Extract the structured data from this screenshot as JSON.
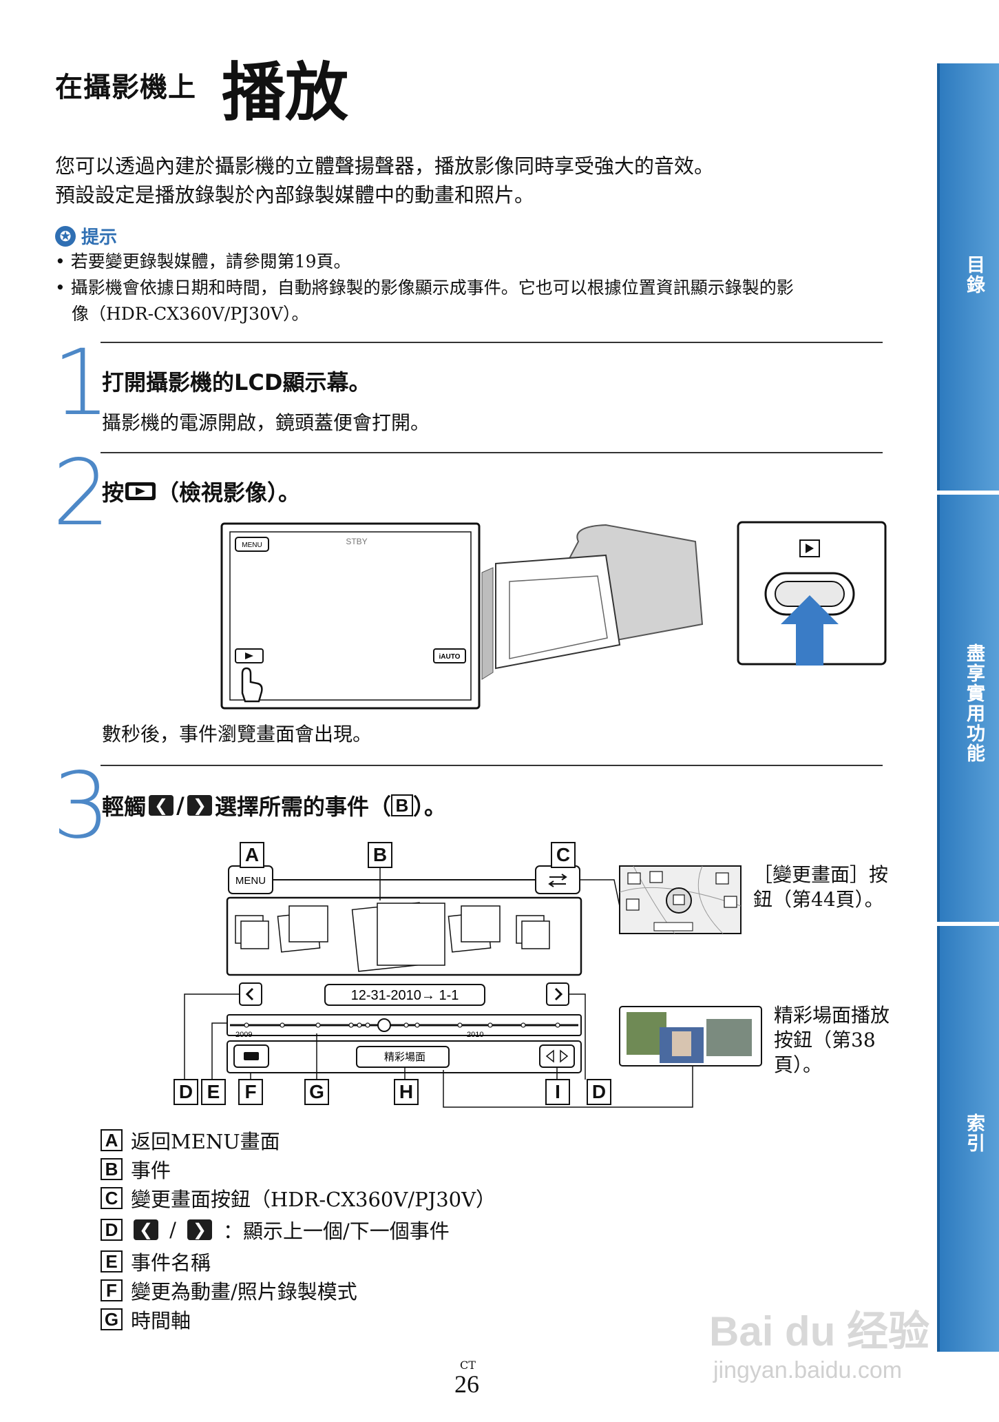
{
  "title": {
    "small": "在攝影機上",
    "big": "播放"
  },
  "intro": [
    "您可以透過內建於攝影機的立體聲揚聲器，播放影像同時享受強大的音效。",
    "預設設定是播放錄製於內部錄製媒體中的動畫和照片。"
  ],
  "tip": {
    "heading": "提示",
    "items": [
      "若要變更錄製媒體，請參閱第19頁。",
      "攝影機會依據日期和時間，自動將錄製的影像顯示成事件。它也可以根據位置資訊顯示錄製的影",
      "像（HDR-CX360V/PJ30V）。"
    ]
  },
  "steps": [
    {
      "num": "1",
      "title": "打開攝影機的LCD顯示幕。",
      "desc": "攝影機的電源開啟，鏡頭蓋便會打開。"
    },
    {
      "num": "2",
      "title_pre": "按",
      "title_post": "（檢視影像）。",
      "desc": "數秒後，事件瀏覽畫面會出現。"
    },
    {
      "num": "3",
      "title_pre": "輕觸",
      "title_sep": "/",
      "title_post": "選擇所需的事件（",
      "title_box": "B",
      "title_end": "）。"
    }
  ],
  "lcd": {
    "menu": "MENU",
    "stby": "STBY",
    "iauto": "iAUTO"
  },
  "screen": {
    "menu": "MENU",
    "event_name": "12-31-2010→ 1-1",
    "year_left": "2009",
    "year_right": "2010",
    "highlight": "精彩場面",
    "labels": [
      "A",
      "B",
      "C",
      "D",
      "E",
      "F",
      "G",
      "H",
      "I",
      "D"
    ]
  },
  "side_notes": {
    "change_view": "［變更畫面］按鈕（第44頁）。",
    "highlight": "精彩場面播放按鈕（第38頁）。"
  },
  "legend": [
    {
      "key": "A",
      "text": "返回MENU畫面"
    },
    {
      "key": "B",
      "text": "事件"
    },
    {
      "key": "C",
      "text": "變更畫面按鈕（HDR-CX360V/PJ30V）"
    },
    {
      "key": "D",
      "text": "：顯示上一個/下一個事件"
    },
    {
      "key": "E",
      "text": "事件名稱"
    },
    {
      "key": "F",
      "text": "變更為動畫/照片錄製模式"
    },
    {
      "key": "G",
      "text": "時間軸"
    }
  ],
  "tabs": [
    "目錄",
    "盡享實用功能",
    "索引"
  ],
  "footer": {
    "lang": "CT",
    "page": "26"
  },
  "watermark": {
    "brand": "Bai du 经验",
    "url": "jingyan.baidu.com"
  },
  "colors": {
    "accent": "#2f6fb3",
    "step_number": "#4d88c7",
    "tab": "#2e7bbf"
  }
}
